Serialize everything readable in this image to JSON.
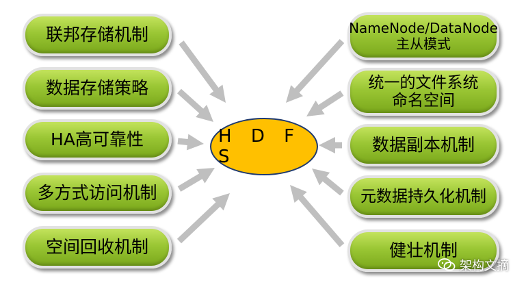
{
  "hub": {
    "label": "H D F S",
    "fill": "#ffc000",
    "stroke": "#1f3a6e"
  },
  "left_nodes": [
    {
      "lines": [
        "联邦存储机制"
      ]
    },
    {
      "lines": [
        "数据存储策略"
      ]
    },
    {
      "lines": [
        "HA高可靠性"
      ]
    },
    {
      "lines": [
        "多方式访问机制"
      ]
    },
    {
      "lines": [
        "空间回收机制"
      ]
    }
  ],
  "right_nodes": [
    {
      "lines": [
        "NameNode/DataNode",
        "主从模式"
      ]
    },
    {
      "lines": [
        "统一的文件系统",
        "命名空间"
      ]
    },
    {
      "lines": [
        "数据副本机制"
      ]
    },
    {
      "lines": [
        "元数据持久化机制"
      ]
    },
    {
      "lines": [
        "健壮机制"
      ]
    }
  ],
  "colors": {
    "node_fill": "#9ac634",
    "arrow": "#bfbfbf"
  },
  "watermark": {
    "text": "架构文摘",
    "icon": "wechat-icon"
  }
}
